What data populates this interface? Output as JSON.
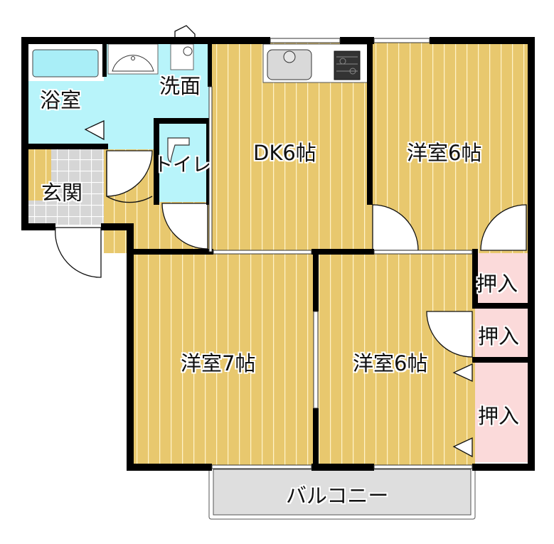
{
  "floorplan": {
    "rooms": {
      "bath": {
        "label": "浴室"
      },
      "washroom": {
        "label": "洗面"
      },
      "toilet": {
        "label": "トイレ"
      },
      "entrance": {
        "label": "玄関"
      },
      "dk": {
        "label": "DK6帖"
      },
      "western_ne": {
        "label": "洋室6帖"
      },
      "western_sw": {
        "label": "洋室7帖"
      },
      "western_se": {
        "label": "洋室6帖"
      },
      "closet_1": {
        "label": "押入"
      },
      "closet_2": {
        "label": "押入"
      },
      "closet_3": {
        "label": "押入"
      },
      "balcony": {
        "label": "バルコニー"
      }
    },
    "colors": {
      "wall": "#000000",
      "wood_floor": "#E8C86E",
      "wet_area": "#B8F4FA",
      "closet": "#FBDADA",
      "tile": "#D8D8D8",
      "balcony": "#DEDEDE"
    }
  }
}
